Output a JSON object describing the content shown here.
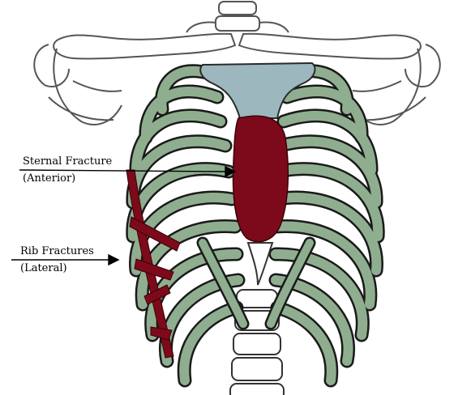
{
  "labels": {
    "sternal": {
      "title": "Sternal Fracture",
      "sub": "(Anterior)"
    },
    "rib": {
      "title": "Rib Fractures",
      "sub": "(Lateral)"
    }
  },
  "colors": {
    "rib_green": "#8fae8f",
    "outline": "#1a1a1a",
    "manubrium_blue": "#9cb7be",
    "fracture_red": "#7d0a1a",
    "background": "#ffffff"
  }
}
